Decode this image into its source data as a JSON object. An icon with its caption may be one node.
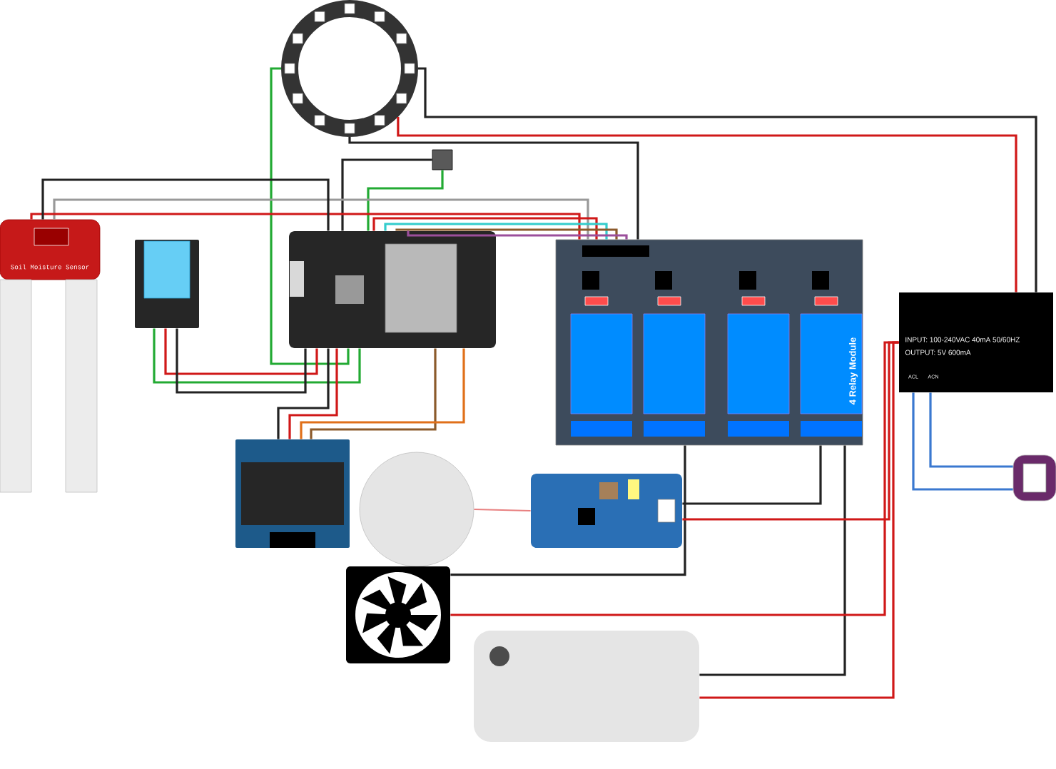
{
  "diagram": {
    "nodes": [
      {
        "text": [],
        "shape": "circle"
      },
      {
        "text": [],
        "shape": "box"
      },
      {
        "text": [
          "Soil Moisture Sensor"
        ]
      },
      {
        "text": [],
        "shape": "picture"
      },
      {
        "text": [],
        "shape": "picture"
      },
      {
        "text": [
          "4 Relay Module"
        ]
      },
      {
        "text": [
          "INPUT: 100-240VAC 40mA 50/60HZ",
          "OUTPUT: 5V  600mA"
        ]
      },
      {
        "text": [],
        "shape": "picture"
      },
      {
        "text": [],
        "shape": "picture"
      },
      {
        "text": [],
        "shape": "circle"
      },
      {
        "text": [],
        "shape": "picture"
      },
      {
        "text": [],
        "shape": "picture"
      },
      {
        "text": [],
        "shape": "picture"
      }
    ],
    "edges": [
      {
        "from": 0,
        "to": 4,
        "arrow": "none",
        "color": "#22aa33"
      },
      {
        "from": 0,
        "to": 6,
        "arrow": "none",
        "color": "#d01818"
      },
      {
        "from": 0,
        "to": 6,
        "arrow": "none"
      },
      {
        "from": 0,
        "to": 5,
        "arrow": "none"
      },
      {
        "from": 1,
        "to": 4,
        "arrow": "none",
        "color": "#22aa33"
      },
      {
        "from": 1,
        "to": 4,
        "arrow": "none"
      },
      {
        "from": 2,
        "to": 5,
        "arrow": "none",
        "color": "#999999"
      },
      {
        "from": 2,
        "to": 5,
        "arrow": "none",
        "color": "#d01818"
      },
      {
        "from": 2,
        "to": 4,
        "arrow": "none"
      },
      {
        "from": 3,
        "to": 4,
        "arrow": "none",
        "color": "#22aa33"
      },
      {
        "from": 3,
        "to": 4,
        "arrow": "none",
        "color": "#d01818"
      },
      {
        "from": 3,
        "to": 4,
        "arrow": "none"
      },
      {
        "from": 4,
        "to": 5,
        "arrow": "none",
        "color": "#d01818"
      },
      {
        "from": 4,
        "to": 5,
        "arrow": "none",
        "color": "#33cccc"
      },
      {
        "from": 4,
        "to": 5,
        "arrow": "none",
        "color": "#8b5a2b"
      },
      {
        "from": 4,
        "to": 5,
        "arrow": "none",
        "color": "#9b4f9b"
      },
      {
        "from": 4,
        "to": 8,
        "arrow": "none"
      },
      {
        "from": 4,
        "to": 8,
        "arrow": "none",
        "color": "#d01818"
      },
      {
        "from": 4,
        "to": 8,
        "arrow": "none",
        "color": "#8b5a2b"
      },
      {
        "from": 4,
        "to": 8,
        "arrow": "none",
        "color": "#e0701a"
      },
      {
        "from": 5,
        "to": 11,
        "arrow": "none"
      },
      {
        "from": 5,
        "to": 10,
        "arrow": "none"
      },
      {
        "from": 5,
        "to": 12,
        "arrow": "none"
      },
      {
        "from": 6,
        "to": 11,
        "arrow": "none",
        "color": "#d01818"
      },
      {
        "from": 6,
        "to": 10,
        "arrow": "none",
        "color": "#d01818"
      },
      {
        "from": 6,
        "to": 12,
        "arrow": "none",
        "color": "#d01818"
      },
      {
        "from": 6,
        "to": 7,
        "arrow": "none",
        "color": "#3a78d0"
      },
      {
        "from": 6,
        "to": 7,
        "arrow": "none",
        "color": "#3a78d0"
      },
      {
        "from": 9,
        "to": 10,
        "arrow": "none",
        "color": "#e88080"
      }
    ],
    "labels": [
      "ACL",
      "ACN"
    ]
  }
}
